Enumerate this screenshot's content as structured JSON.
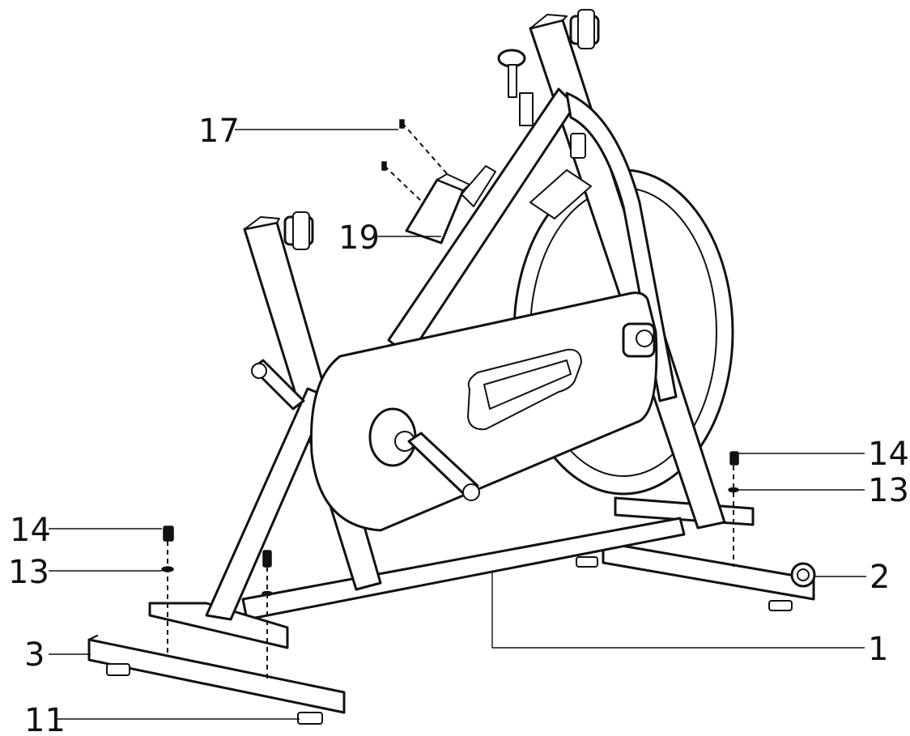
{
  "callouts": [
    {
      "id": "17",
      "label": "17"
    },
    {
      "id": "19",
      "label": "19"
    },
    {
      "id": "14r",
      "label": "14"
    },
    {
      "id": "13r",
      "label": "13"
    },
    {
      "id": "14l",
      "label": "14"
    },
    {
      "id": "13l",
      "label": "13"
    },
    {
      "id": "2",
      "label": "2"
    },
    {
      "id": "3",
      "label": "3"
    },
    {
      "id": "1",
      "label": "1"
    },
    {
      "id": "11",
      "label": "11"
    }
  ]
}
